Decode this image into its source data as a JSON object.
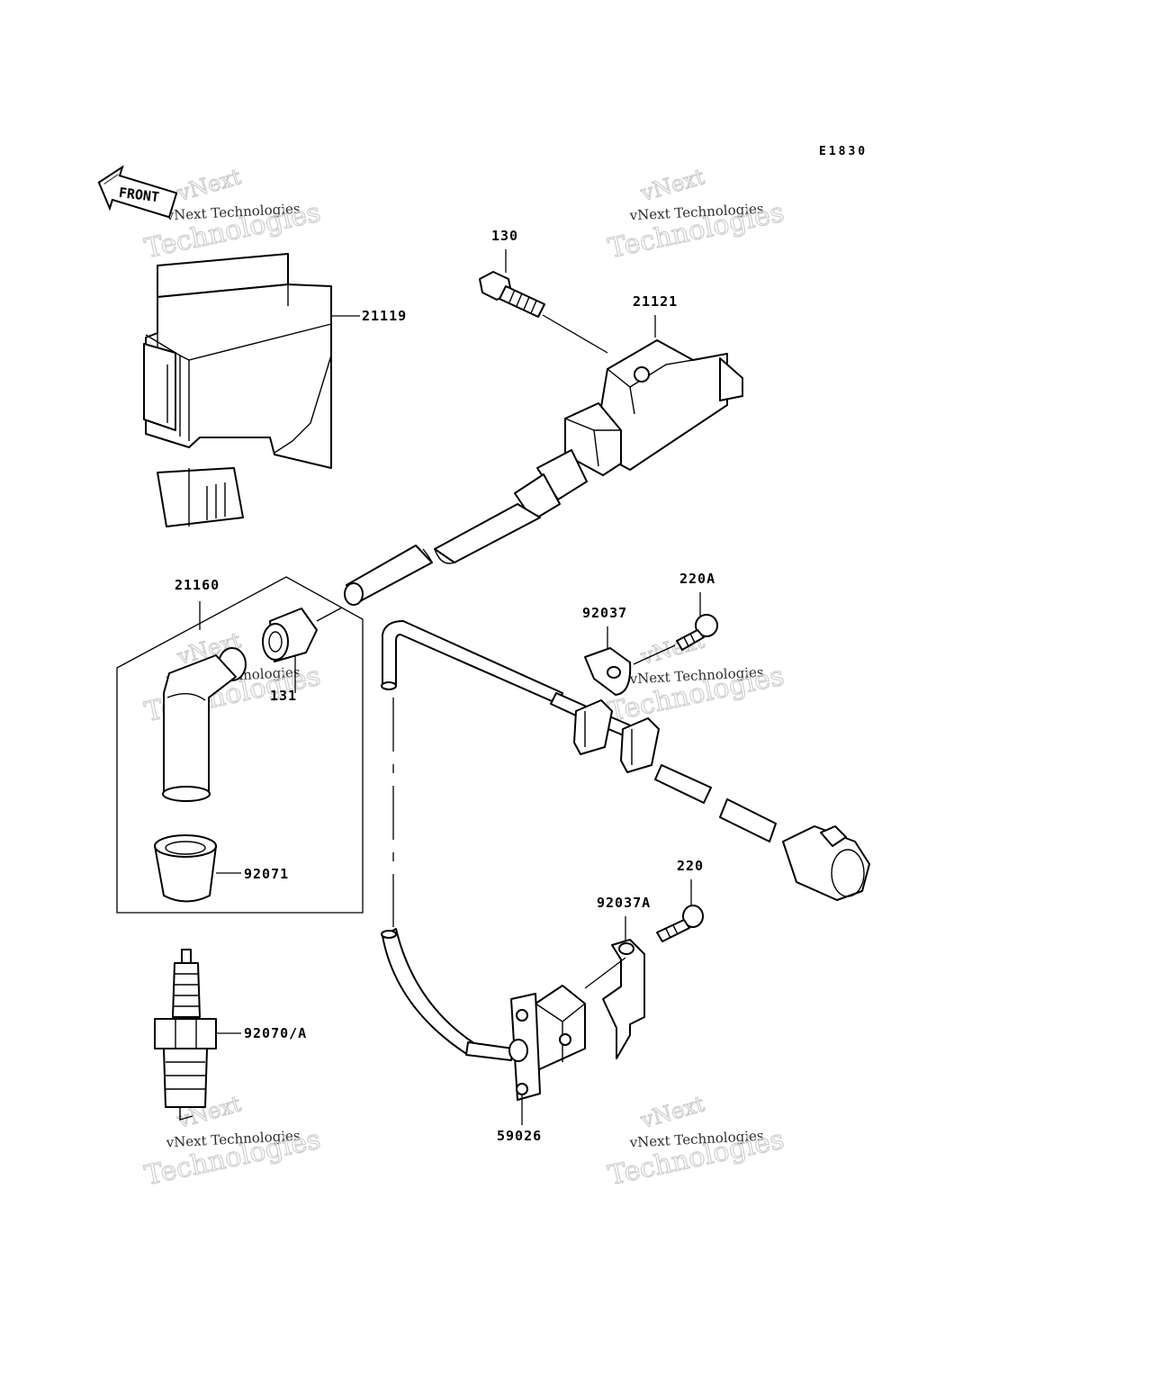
{
  "diagram": {
    "code": "E1830",
    "front_label": "FRONT",
    "watermark": {
      "line_top": "vNext",
      "line_mid": "vNext Technologies",
      "line_big": "Technologies"
    },
    "callouts": {
      "p130": "130",
      "p21119": "21119",
      "p21121": "21121",
      "p21160": "21160",
      "p220A": "220A",
      "p92037": "92037",
      "p131": "131",
      "p92071": "92071",
      "p220": "220",
      "p92037A": "92037A",
      "p92070A": "92070/A",
      "p59026": "59026"
    }
  }
}
